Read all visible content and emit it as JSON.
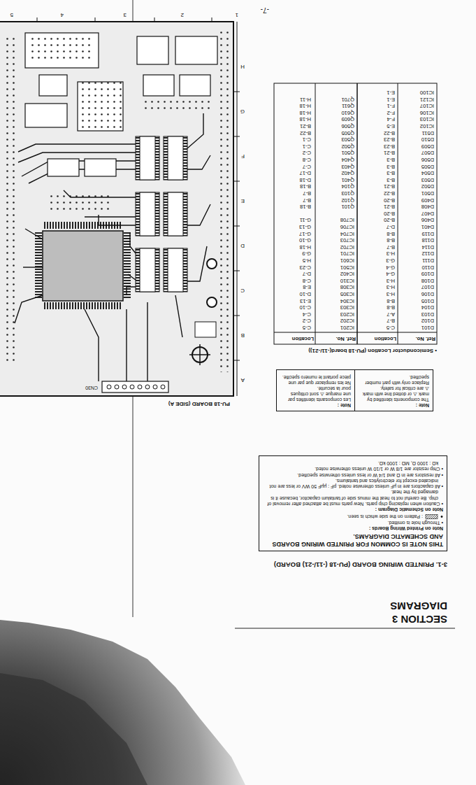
{
  "diagram": {
    "nodes": [
      {
        "text": [
          "THIS NOTE IS COMMON FOR PRINTED WIRING BOARDS AND SCHEMATIC DIAGRAMS.",
          "Note on Printed Wiring Boards :",
          "• Through hole is omitted.",
          ": Pattern on the side which is seen.",
          "Note on Schematic Diagram :",
          "• Caution when replacing chip parts. New parts must be attached after removal of chip. Be careful not to heat the minus side of tantalum capacitor, because it is damaged by the heat.",
          "• All capacitors are in μF unless otherwise noted. pF : μμF 50 WV or less are not indicated except for electrolytics and tantalums.",
          "• All resistors are in Ω and 1/4 W or less unless otherwise specified.",
          "• Chip resistor are 1/8 W or 1/10 W unless otherwise noted.",
          "kΩ : 1000 Ω, MΩ : 1000 kΩ."
        ]
      },
      {
        "text": [
          "Note :",
          "The components identified by mark ⚠ or dotted line with mark ⚠ are critical for safety.",
          "Replace only with part number specified."
        ]
      },
      {
        "text": [
          "Note :",
          "Les composants identifiés par une marque ⚠ sont critiques pour la sécurité.",
          "Ne les remplacer que par une pièce portant le numéro spécifié."
        ]
      }
    ],
    "labels": [
      "SECTION 3",
      "DIAGRAMS",
      "3-1. PRINTED WIRING BOARD (PU-18 (-11/-21) BOARD)",
      "• Semiconductor Location (PU-18 board(-11/-21))",
      "PU-18 BOARD (SIDE A)",
      "CN30",
      "-7-",
      "A",
      "B",
      "C",
      "D",
      "E",
      "F",
      "G",
      "H",
      "1",
      "2",
      "3",
      "4",
      "5",
      "Ref. No.",
      "Location",
      "Ref. No.",
      "Location",
      "D101",
      "C-5",
      "D102",
      "B-7",
      "D103",
      "A-7",
      "D104",
      "B-8",
      "D105",
      "B-8",
      "D106",
      "H-3",
      "D107",
      "H-3",
      "D108",
      "H-3",
      "D109",
      "G-4",
      "D110",
      "G-4",
      "D111",
      "G-3",
      "D112",
      "H-3",
      "D114",
      "B-7",
      "D118",
      "B-8",
      "D119",
      "B-8",
      "D401",
      "D-7",
      "D406",
      "B-20",
      "D407",
      "B-20",
      "D408",
      "B-21",
      "D409",
      "B-20",
      "D501",
      "B-22",
      "D502",
      "B-21",
      "D503",
      "B-3",
      "D504",
      "B-3",
      "D505",
      "B-3",
      "D506",
      "B-3",
      "D507",
      "B-21",
      "D509",
      "B-23",
      "D510",
      "B-23",
      "D511",
      "B-22",
      "IC102",
      "E-5",
      "IC103",
      "F-4",
      "IC106",
      "F-2",
      "IC107",
      "F-1",
      "IC121",
      "E-1",
      "IC100",
      "E-1",
      "IC201",
      "C-5",
      "IC202",
      "C-2",
      "IC203",
      "C-4",
      "IC303",
      "C-10",
      "IC304",
      "E-13",
      "IC305",
      "D-10",
      "IC308",
      "E-8",
      "IC310",
      "C-8",
      "IC402",
      "D-7",
      "IC501",
      "C-23",
      "IC601",
      "H-5",
      "IC701",
      "G-9",
      "IC702",
      "H-18",
      "IC703",
      "G-10",
      "IC704",
      "G-17",
      "IC706",
      "G-13",
      "IC708",
      "G-11",
      "Q101",
      "B-18",
      "Q102",
      "B-7",
      "Q103",
      "B-7",
      "Q104",
      "B-18",
      "Q401",
      "D-18",
      "Q402",
      "D-17",
      "Q403",
      "C-7",
      "Q404",
      "C-8",
      "Q501",
      "C-2",
      "Q502",
      "C-1",
      "Q503",
      "C-1",
      "Q505",
      "B-22",
      "Q506",
      "B-21",
      "Q609",
      "H-18",
      "Q610",
      "H-18",
      "Q611",
      "H-18",
      "Q701",
      "H-11"
    ]
  }
}
